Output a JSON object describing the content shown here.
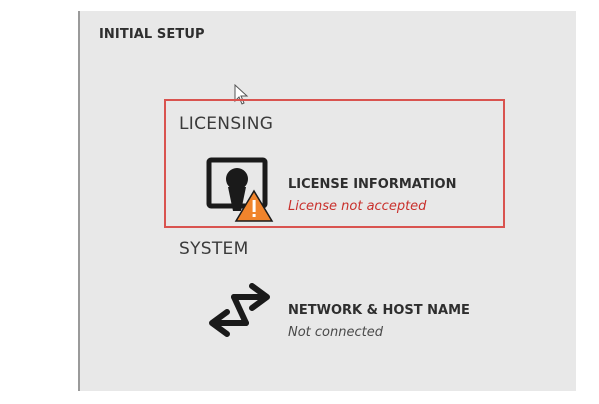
{
  "window": {
    "title": "INITIAL SETUP"
  },
  "sections": {
    "licensing": {
      "heading": "LICENSING",
      "spoke": {
        "icon": "license-document-warning-icon",
        "title": "LICENSE INFORMATION",
        "status": "License not accepted"
      }
    },
    "system": {
      "heading": "SYSTEM",
      "spoke": {
        "icon": "network-arrows-icon",
        "title": "NETWORK & HOST NAME",
        "status": "Not connected"
      }
    }
  },
  "colors": {
    "window_bg": "#e8e8e8",
    "highlight_border": "#d9534f",
    "error_text": "#c9302c",
    "warning_triangle": "#f0842c",
    "icon_dark": "#1a1a1a"
  }
}
